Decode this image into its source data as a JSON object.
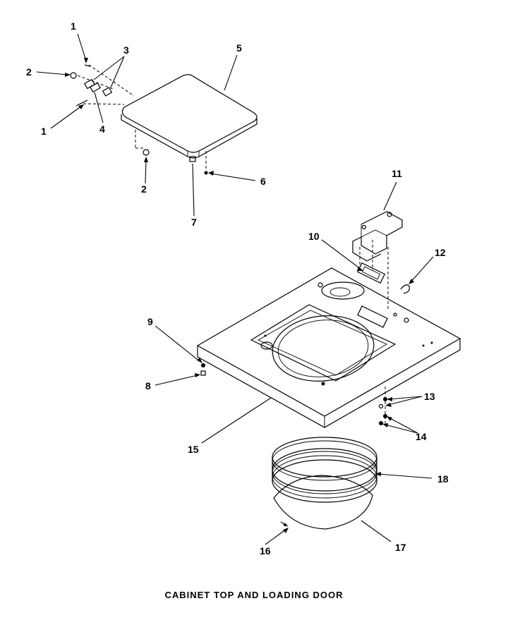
{
  "caption": "CABINET TOP AND LOADING DOOR",
  "callouts": {
    "c1a": "1",
    "c1b": "1",
    "c2a": "2",
    "c2b": "2",
    "c3": "3",
    "c4": "4",
    "c5": "5",
    "c6": "6",
    "c7": "7",
    "c8": "8",
    "c9": "9",
    "c10": "10",
    "c11": "11",
    "c12": "12",
    "c13": "13",
    "c14": "14",
    "c15": "15",
    "c16": "16",
    "c17": "17",
    "c18": "18"
  }
}
